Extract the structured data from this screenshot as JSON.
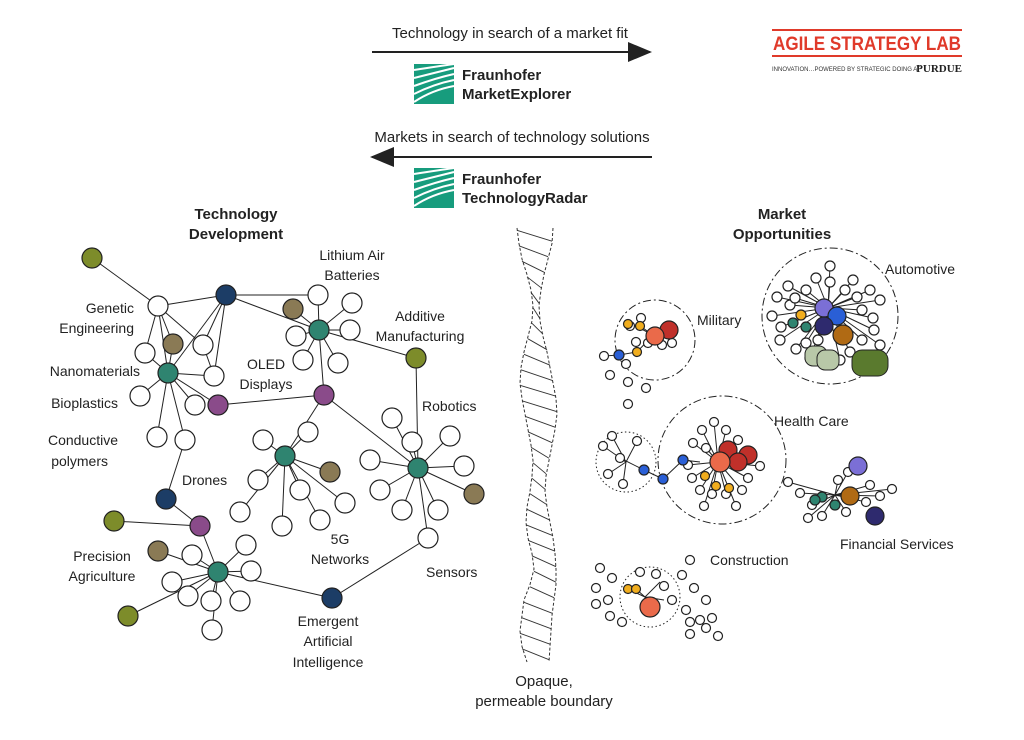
{
  "header": {
    "top_arrow_text": "Technology in search of a market fit",
    "bottom_arrow_text": "Markets in search of technology solutions",
    "fraunhofer_1": [
      "Fraunhofer",
      "MarketExplorer"
    ],
    "fraunhofer_2": [
      "Fraunhofer",
      "TechnologyRadar"
    ],
    "logo_main": "AGILE STRATEGY LAB",
    "logo_sub": "INNOVATION…POWERED BY STRATEGIC DOING AT",
    "logo_purdue": "PURDUE"
  },
  "left": {
    "heading": [
      "Technology",
      "Development"
    ],
    "labels": [
      [
        "Genetic",
        "Engineering"
      ],
      [
        "Nanomaterials"
      ],
      [
        "Bioplastics"
      ],
      [
        "Conductive",
        "polymers"
      ],
      [
        "Lithium Air",
        "Batteries"
      ],
      [
        "Additive",
        "Manufacturing"
      ],
      [
        "OLED",
        "Displays"
      ],
      [
        "Robotics"
      ],
      [
        "Drones"
      ],
      [
        "5G",
        "Networks"
      ],
      [
        "Sensors"
      ],
      [
        "Precision",
        "Agriculture"
      ],
      [
        "Emergent",
        "Artificial",
        "Intelligence"
      ]
    ]
  },
  "middle": {
    "boundary_label": [
      "Opaque,",
      "permeable boundary"
    ]
  },
  "right": {
    "heading": [
      "Market",
      "Opportunities"
    ],
    "labels": [
      "Military",
      "Automotive",
      "Health Care",
      "Financial Services",
      "Construction"
    ]
  },
  "colors": {
    "olive": "#7d8c2a",
    "navy": "#1c3d66",
    "teal": "#2f8470",
    "brown": "#8a7a55",
    "purple": "#8a4b8a",
    "red": "#c0302a",
    "orange": "#ea6a4a",
    "amber": "#f0ad1e",
    "blue": "#2a5fd6",
    "lavender": "#7b6fd6",
    "sage": "#b8c8a8",
    "darkgreen": "#5a7a2e",
    "bronze": "#b06a14",
    "indigo": "#2e2a6e",
    "logo_red": "#e03a2a",
    "fraunhofer_green": "#179c7d"
  }
}
